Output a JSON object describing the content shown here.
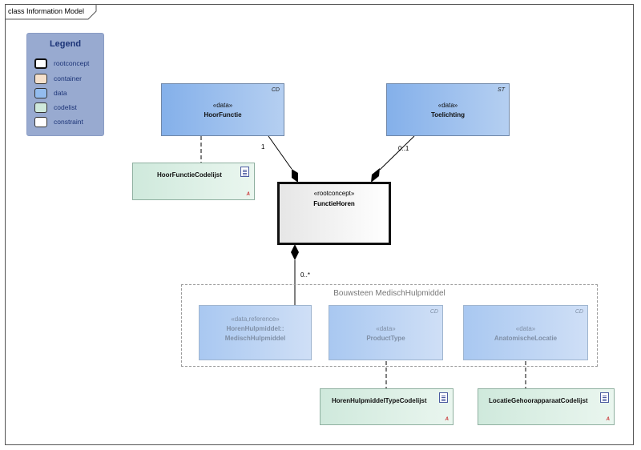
{
  "diagram": {
    "title": "class Information Model",
    "legend": {
      "title": "Legend",
      "items": [
        {
          "label": "rootconcept",
          "color": "#ffffff"
        },
        {
          "label": "container",
          "color": "#f6e1cc"
        },
        {
          "label": "data",
          "color": "#93bcee"
        },
        {
          "label": "codelist",
          "color": "#cfe9dc"
        },
        {
          "label": "constraint",
          "color": "#ffffff"
        }
      ]
    },
    "classes": {
      "hoorfunctie": {
        "stereotype": "«data»",
        "name": "HoorFunctie",
        "type_tag": "CD"
      },
      "toelichting": {
        "stereotype": "«data»",
        "name": "Toelichting",
        "type_tag": "ST"
      },
      "functiehoren": {
        "stereotype": "«rootconcept»",
        "name": "FunctieHoren"
      },
      "horenhulpmiddel": {
        "stereotype": "«data,reference»",
        "name_line1": "HorenHulpmiddel::",
        "name_line2": "MedischHulpmiddel"
      },
      "producttype": {
        "stereotype": "«data»",
        "name": "ProductType",
        "type_tag": "CD"
      },
      "anatomischelocatie": {
        "stereotype": "«data»",
        "name": "AnatomischeLocatie",
        "type_tag": "CD"
      }
    },
    "codelists": {
      "hoorfunctie": "HoorFunctieCodelijst",
      "producttype": "HorenHulpmiddelTypeCodelijst",
      "locatie": "LocatieGehoorapparaatCodelijst"
    },
    "package": {
      "title": "Bouwsteen MedischHulpmiddel"
    },
    "multiplicities": {
      "hoorfunctie": "1",
      "toelichting": "0..1",
      "hulpmiddel": "0..*"
    },
    "colors": {
      "data": "#93bcee",
      "codelist": "#cfe9dc",
      "legend_bg": "#98aad0",
      "legend_text": "#1c3477"
    }
  }
}
